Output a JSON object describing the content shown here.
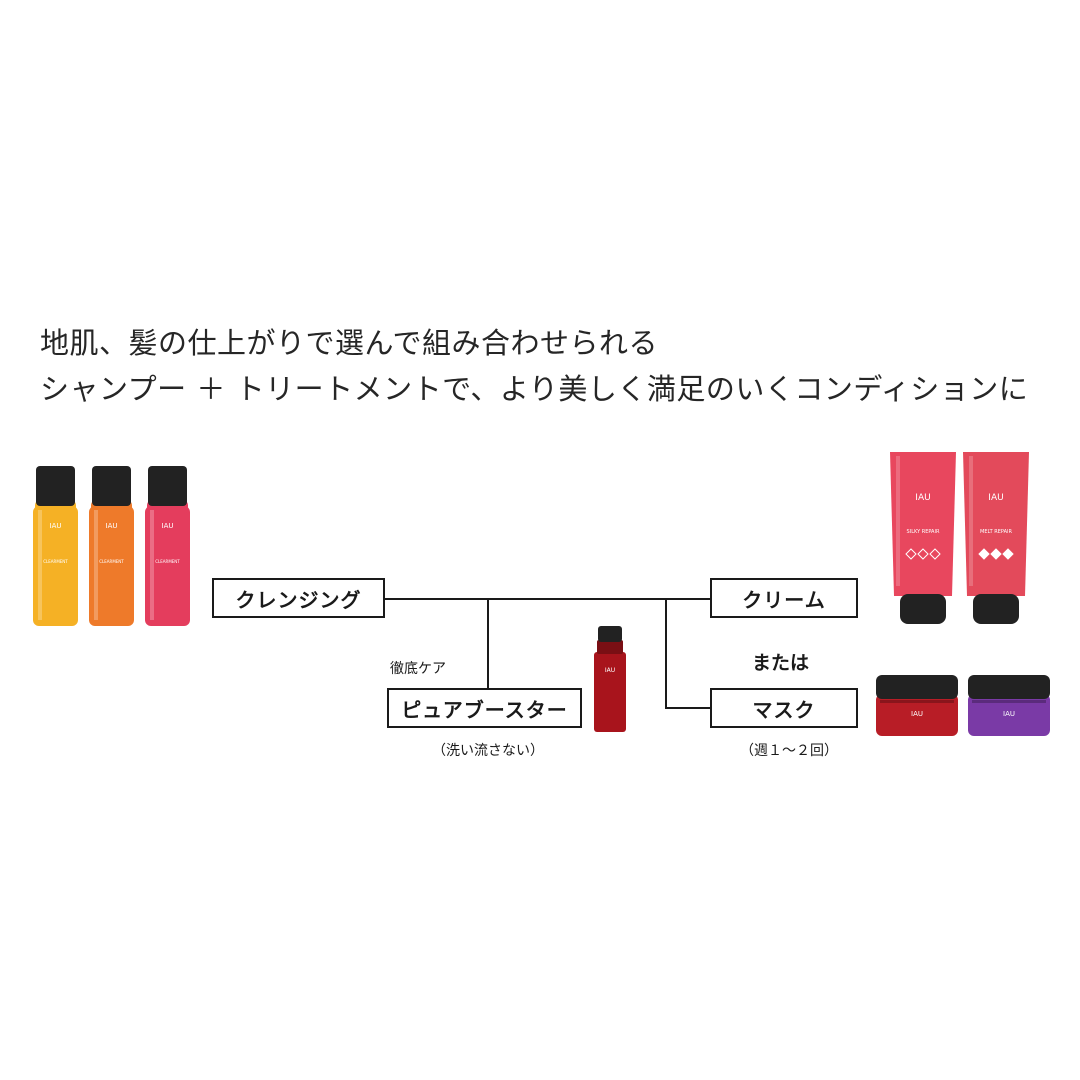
{
  "headline": {
    "line1": "地肌、髪の仕上がりで選んで組み合わせられる",
    "line2": "シャンプー ＋ トリートメントで、より美しく満足のいくコンディションに"
  },
  "diagram": {
    "cleansing": "クレンジング",
    "cream": "クリーム",
    "or": "または",
    "mask": "マスク",
    "thorough_care": "徹底ケア",
    "pure_booster": "ピュアブースター",
    "no_rinse": "（洗い流さない）",
    "frequency": "（週１～２回）"
  },
  "products": {
    "brand_mark": "IAU",
    "shampoo_bottles": [
      {
        "color": "#f5b125",
        "name": "cleansing",
        "label": "CLEARMENT"
      },
      {
        "color": "#ee7a2a",
        "name": "cleansing",
        "label": "CLEARMENT"
      },
      {
        "color": "#e43d5d",
        "name": "cleansing",
        "label": "CLEARMENT"
      }
    ],
    "cream_tubes": [
      {
        "color": "#e8475e",
        "label": "SILKY REPAIR"
      },
      {
        "color": "#e34a5b",
        "label": "MELT REPAIR"
      }
    ],
    "mask_jars": [
      {
        "color": "#b81d26"
      },
      {
        "color": "#7a3aa6"
      }
    ],
    "booster_color": "#a8141c",
    "cap_color": "#222222"
  }
}
